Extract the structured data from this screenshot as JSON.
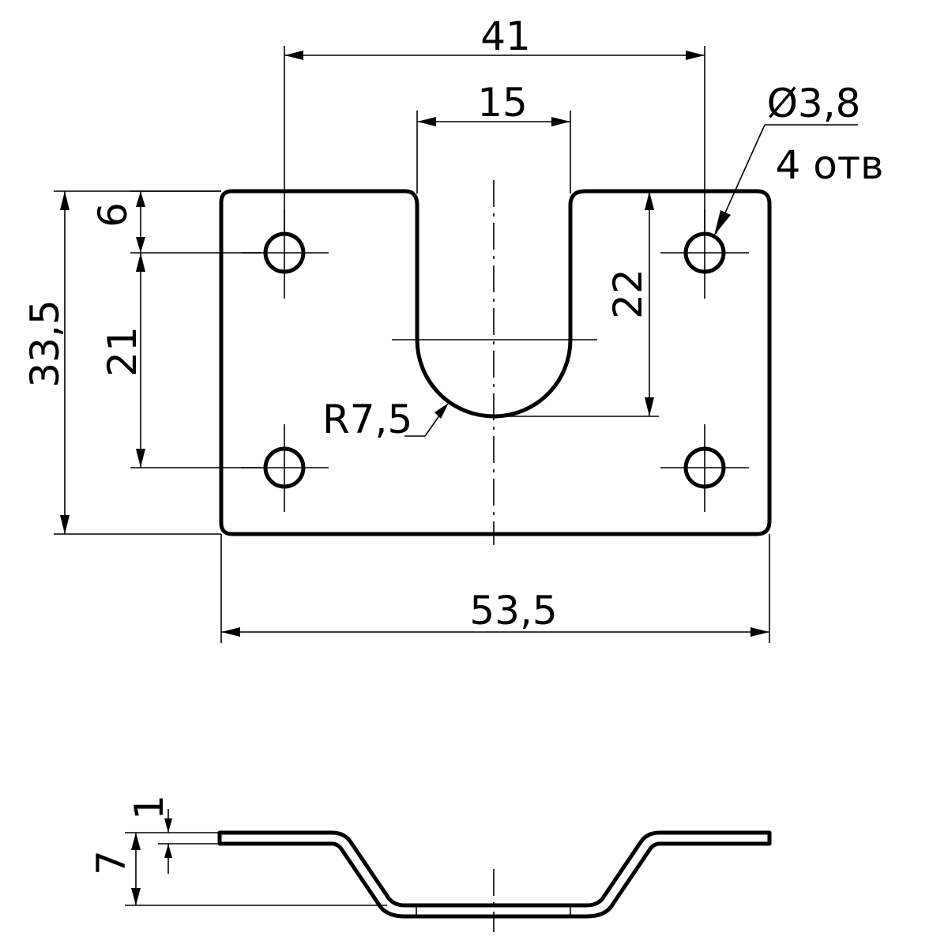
{
  "dimensions": {
    "top_width": "41",
    "slot_width": "15",
    "hole_callout_diameter": "Ø3,8",
    "hole_callout_count": "4 отв",
    "left_top_offset": "6",
    "left_hole_spacing": "21",
    "overall_height": "33,5",
    "slot_depth": "22",
    "slot_radius": "R7,5",
    "overall_width": "53,5",
    "side_thickness": "1",
    "side_height": "7"
  }
}
